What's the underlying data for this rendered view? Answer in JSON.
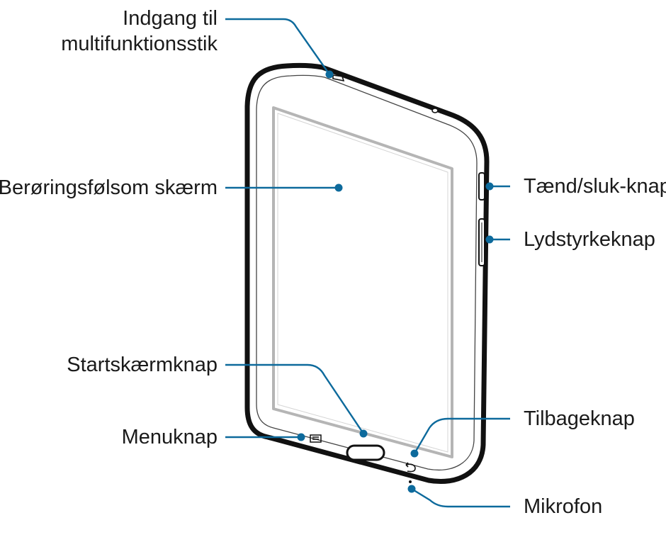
{
  "labels": {
    "port_line1": "Indgang til",
    "port_line2": "multifunktionsstik",
    "touchscreen": "Berøringsfølsom skærm",
    "home_button": "Startskærmknap",
    "menu_button": "Menuknap",
    "power_button": "Tænd/sluk-knap",
    "volume_button": "Lydstyrkeknap",
    "back_button": "Tilbageknap",
    "microphone": "Mikrofon"
  },
  "colors": {
    "leader": "#0d6a9c",
    "outline": "#1a1a1a",
    "screen_border": "#b5b5b5"
  }
}
